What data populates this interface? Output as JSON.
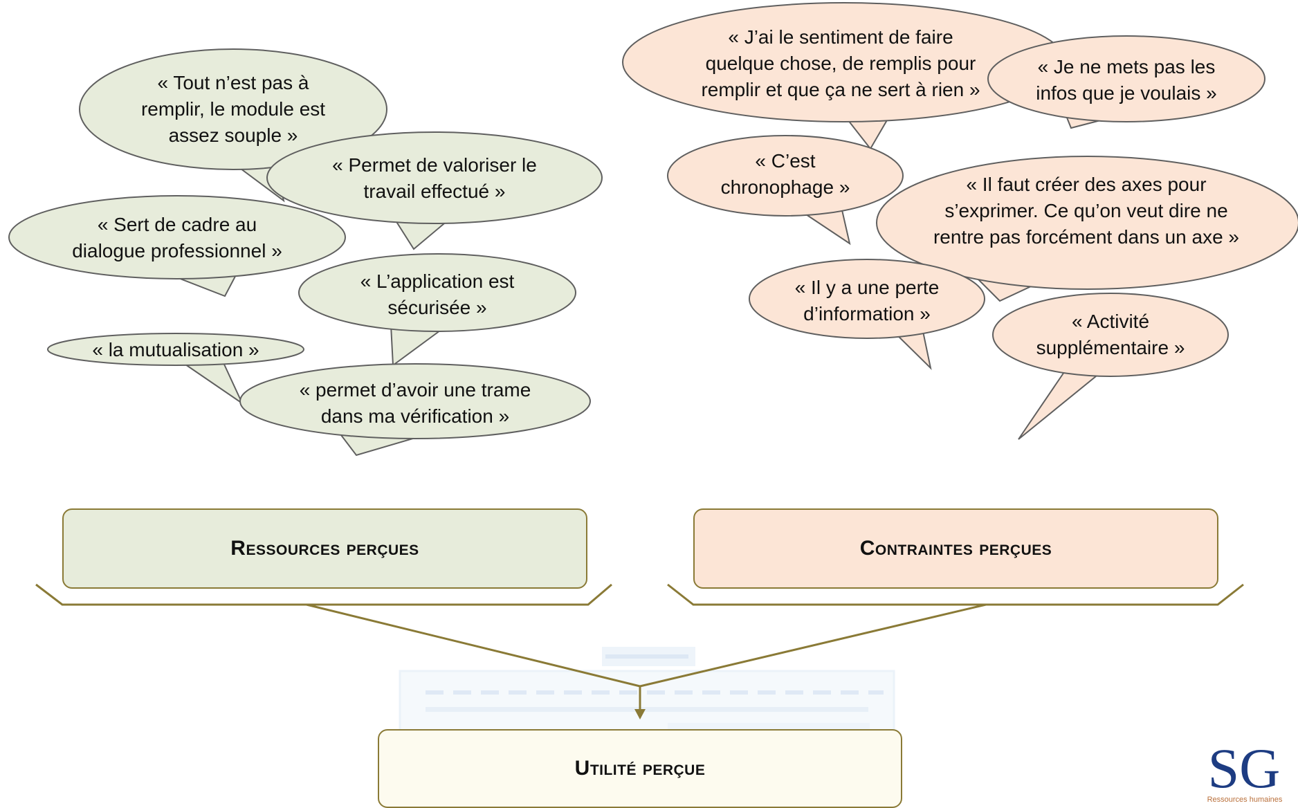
{
  "colors": {
    "green_fill": "#e7ecdb",
    "orange_fill": "#fce5d6",
    "utility_fill": "#fdfbef",
    "outline": "#5f5f5f",
    "connector": "#8a7a36",
    "logo_blue": "#1d3c82"
  },
  "ressources": {
    "quotes": [
      "« Tout n’est pas à\nremplir, le module est\nassez souple »",
      "« Permet de valoriser le\ntravail effectué »",
      "« Sert de cadre au\ndialogue professionnel »",
      "« L’application est\nsécurisée »",
      "« la mutualisation »",
      "« permet d’avoir une trame\ndans ma vérification »"
    ],
    "box_label": "Ressources perçues"
  },
  "contraintes": {
    "quotes": [
      "« J’ai le sentiment de faire\nquelque chose, de remplis pour\nremplir et que ça ne sert à rien »",
      "« Je ne mets pas les\ninfos que je voulais »",
      "« C’est\nchronophage »",
      "« Il faut créer des axes pour\ns’exprimer. Ce qu’on veut dire ne\nrentre pas forcément dans un axe »",
      "« Il y a une perte\nd’information »",
      "« Activité\nsupplémentaire »"
    ],
    "box_label": "Contraintes perçues"
  },
  "utilite": {
    "box_label": "Utilité perçue"
  },
  "logo": {
    "initials": "SG",
    "subtitle": "Ressources humaines"
  }
}
